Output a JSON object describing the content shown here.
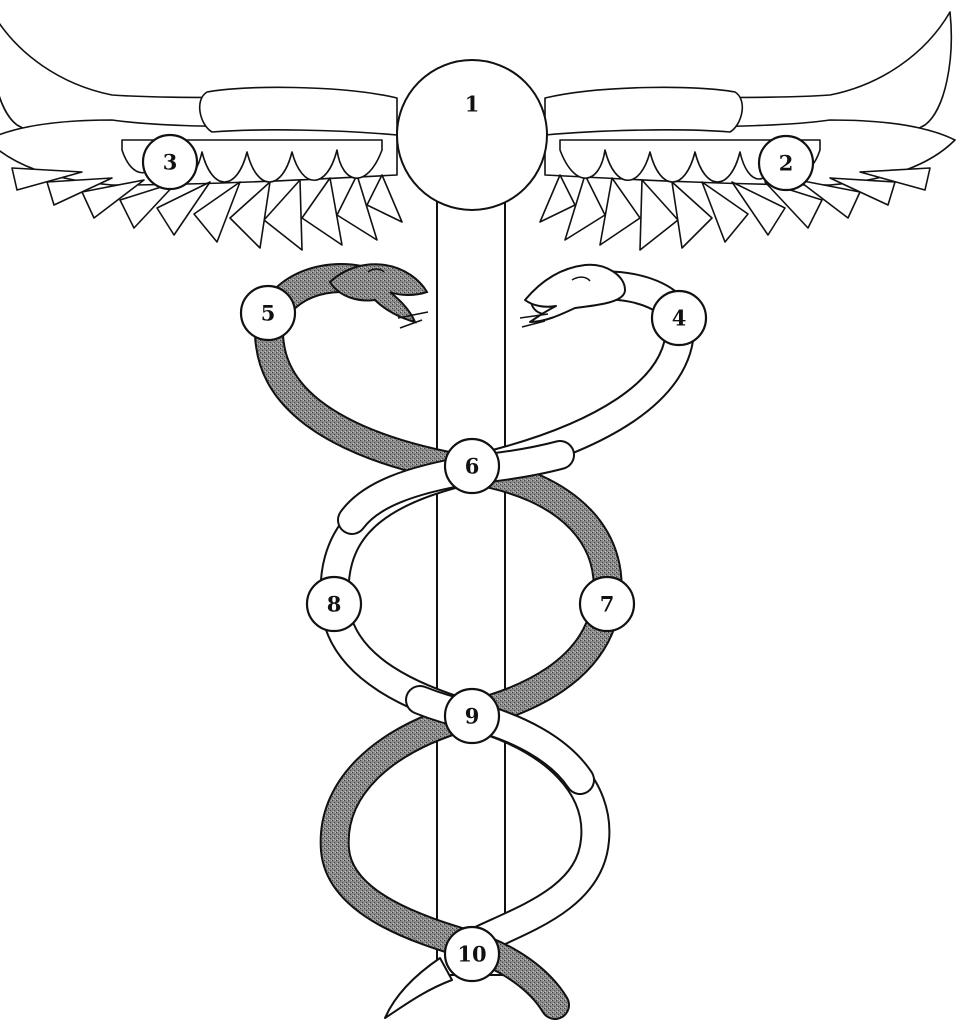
{
  "figure": {
    "colors": {
      "ink": "#111111",
      "paper": "#ffffff",
      "dark_serpent": "#7a7a7a",
      "light_serpent": "#ffffff"
    },
    "parts": [
      "winged-sun-disc",
      "left-wing",
      "right-wing",
      "staff",
      "dark-serpent",
      "light-serpent"
    ],
    "markers": [
      {
        "label": "1"
      },
      {
        "label": "2"
      },
      {
        "label": "3"
      },
      {
        "label": "4"
      },
      {
        "label": "5"
      },
      {
        "label": "6"
      },
      {
        "label": "7"
      },
      {
        "label": "8"
      },
      {
        "label": "9"
      },
      {
        "label": "10"
      }
    ]
  }
}
